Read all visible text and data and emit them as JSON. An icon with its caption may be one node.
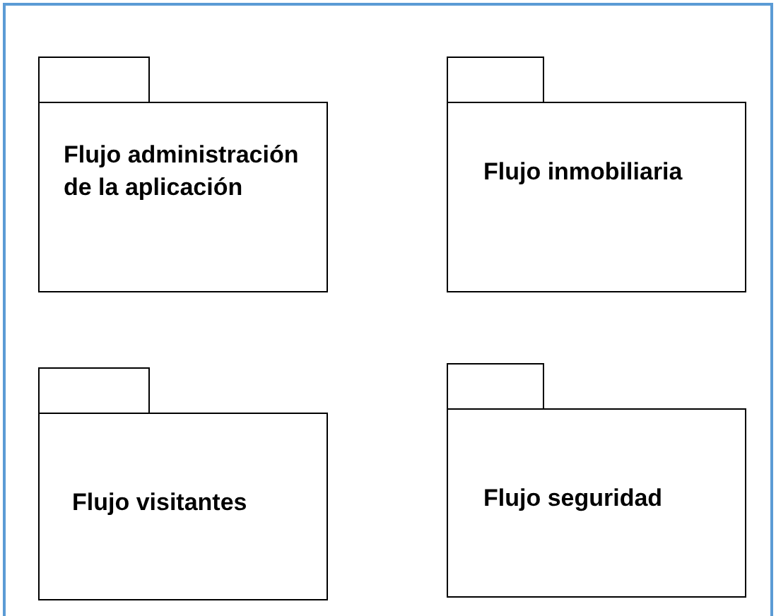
{
  "diagram": {
    "nodes": [
      {
        "text": [
          "Flujo administración de la aplicación"
        ]
      },
      {
        "text": [
          "Flujo inmobiliaria"
        ]
      },
      {
        "text": [
          "Flujo visitantes"
        ]
      },
      {
        "text": [
          "Flujo seguridad"
        ]
      }
    ]
  }
}
